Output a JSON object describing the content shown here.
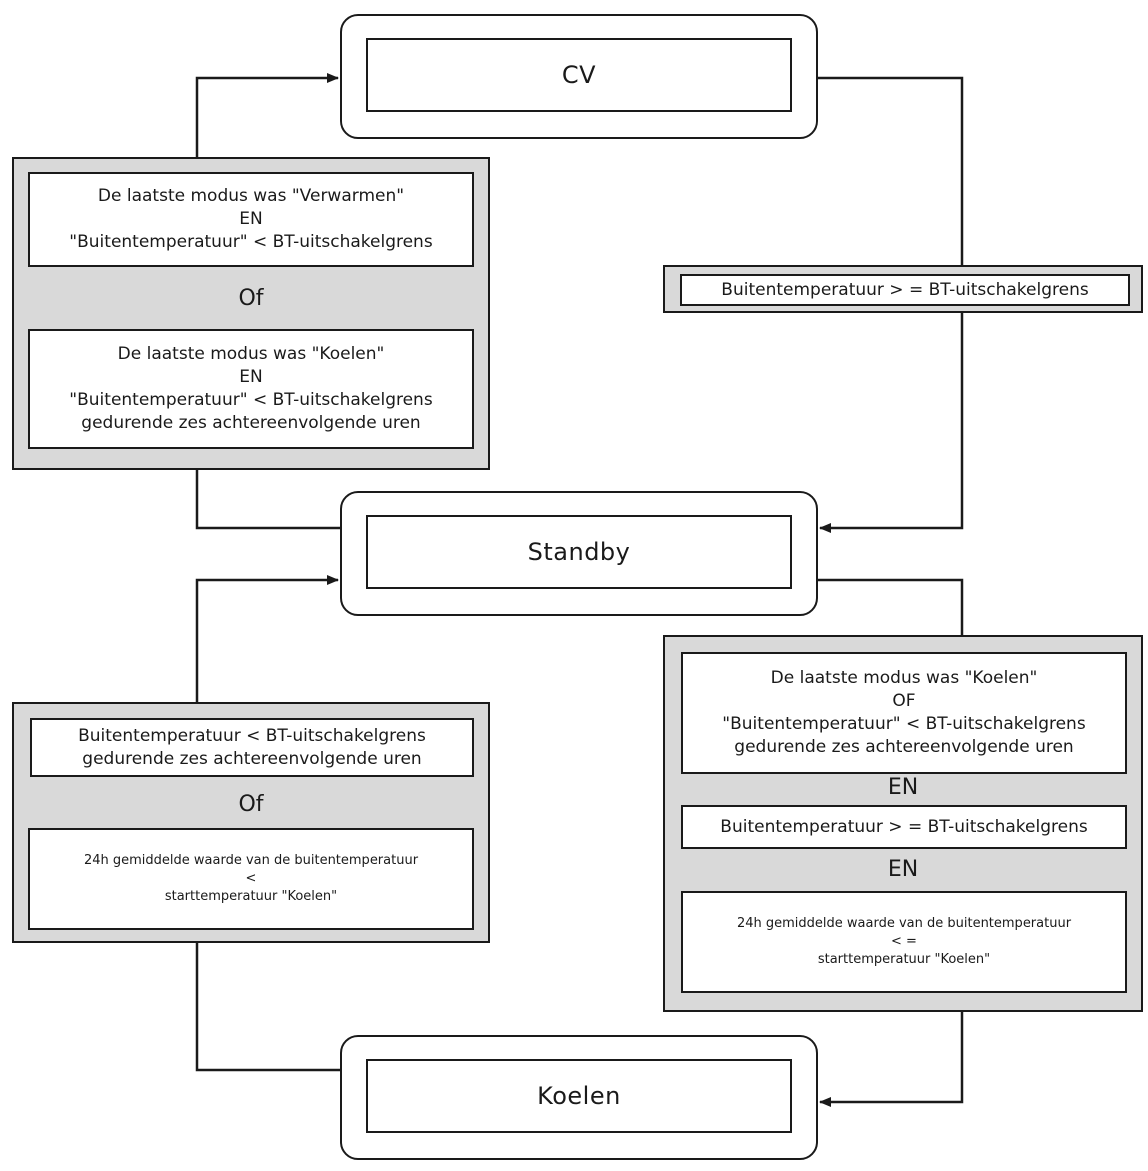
{
  "states": {
    "cv": "CV",
    "standby": "Standby",
    "koelen": "Koelen"
  },
  "cv_to_standby_from_left": {
    "box1": [
      "De laatste modus was \"Verwarmen\"",
      "EN",
      "\"Buitentemperatuur\" < BT-uitschakelgrens"
    ],
    "or": "Of",
    "box2": [
      "De laatste modus was \"Koelen\"",
      "EN",
      "\"Buitentemperatuur\" < BT-uitschakelgrens",
      "gedurende zes achtereenvolgende uren"
    ]
  },
  "cv_to_standby_right": {
    "box1": "Buitentemperatuur > = BT-uitschakelgrens"
  },
  "koelen_to_standby_left": {
    "box1": [
      "Buitentemperatuur < BT-uitschakelgrens",
      "gedurende zes achtereenvolgende uren"
    ],
    "or": "Of",
    "box2": [
      "24h gemiddelde waarde van de buitentemperatuur",
      "<",
      "starttemperatuur \"Koelen\""
    ]
  },
  "standby_to_koelen_right": {
    "box1": [
      "De laatste modus was \"Koelen\"",
      "OF",
      "\"Buitentemperatuur\" < BT-uitschakelgrens",
      "gedurende zes achtereenvolgende uren"
    ],
    "and1": "EN",
    "box2": "Buitentemperatuur > = BT-uitschakelgrens",
    "and2": "EN",
    "box3": [
      "24h gemiddelde waarde van de buitentemperatuur",
      "< =",
      "starttemperatuur \"Koelen\""
    ]
  }
}
